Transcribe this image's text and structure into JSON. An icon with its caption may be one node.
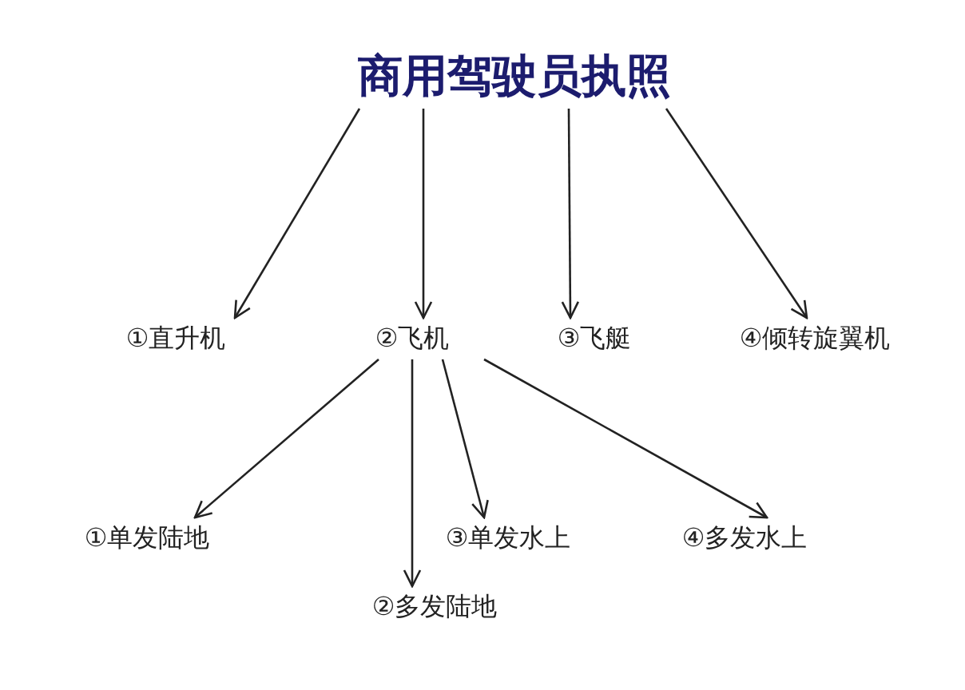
{
  "diagram": {
    "nodes": [
      {
        "text": [
          "商用驾驶员执照"
        ]
      },
      {
        "text": [
          "①直升机"
        ]
      },
      {
        "text": [
          "②飞机"
        ]
      },
      {
        "text": [
          "③飞艇"
        ]
      },
      {
        "text": [
          "④倾转旋翼机"
        ]
      },
      {
        "text": [
          "①单发陆地"
        ]
      },
      {
        "text": [
          "②多发陆地"
        ]
      },
      {
        "text": [
          "③单发水上"
        ]
      },
      {
        "text": [
          "④多发水上"
        ]
      }
    ],
    "edges": [
      {
        "from": 0,
        "to": 1,
        "arrow": "to"
      },
      {
        "from": 0,
        "to": 2,
        "arrow": "to"
      },
      {
        "from": 0,
        "to": 3,
        "arrow": "to"
      },
      {
        "from": 0,
        "to": 4,
        "arrow": "to"
      },
      {
        "from": 2,
        "to": 5,
        "arrow": "to"
      },
      {
        "from": 2,
        "to": 6,
        "arrow": "to"
      },
      {
        "from": 2,
        "to": 7,
        "arrow": "to"
      },
      {
        "from": 2,
        "to": 8,
        "arrow": "to"
      }
    ]
  }
}
